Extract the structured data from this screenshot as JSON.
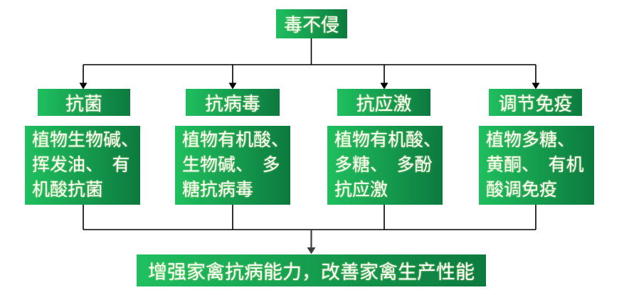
{
  "diagram": {
    "root": {
      "label": "毒不侵"
    },
    "branches": [
      {
        "header": "抗菌",
        "body_lines": [
          "植物生物碱、",
          "挥发油、　有",
          "机酸抗菌"
        ]
      },
      {
        "header": "抗病毒",
        "body_lines": [
          "植物有机酸、",
          "生物碱、　多",
          "糖抗病毒"
        ]
      },
      {
        "header": "抗应激",
        "body_lines": [
          "植物有机酸、",
          "多糖、　多酚",
          "抗应激"
        ]
      },
      {
        "header": "调节免疫",
        "body_lines": [
          "植物多糖、",
          "黄酮、　有机",
          "酸调免疫"
        ]
      }
    ],
    "conclusion": {
      "label": "增强家禽抗病能力，改善家禽生产性能"
    }
  },
  "colors": {
    "box_gradient_left": "#1fbf5f",
    "box_gradient_right": "#0c7a3e",
    "line_color": "#000000",
    "center_arrow": "#3f3f3f",
    "text_color": "#ffffff",
    "background": "#ffffff"
  }
}
